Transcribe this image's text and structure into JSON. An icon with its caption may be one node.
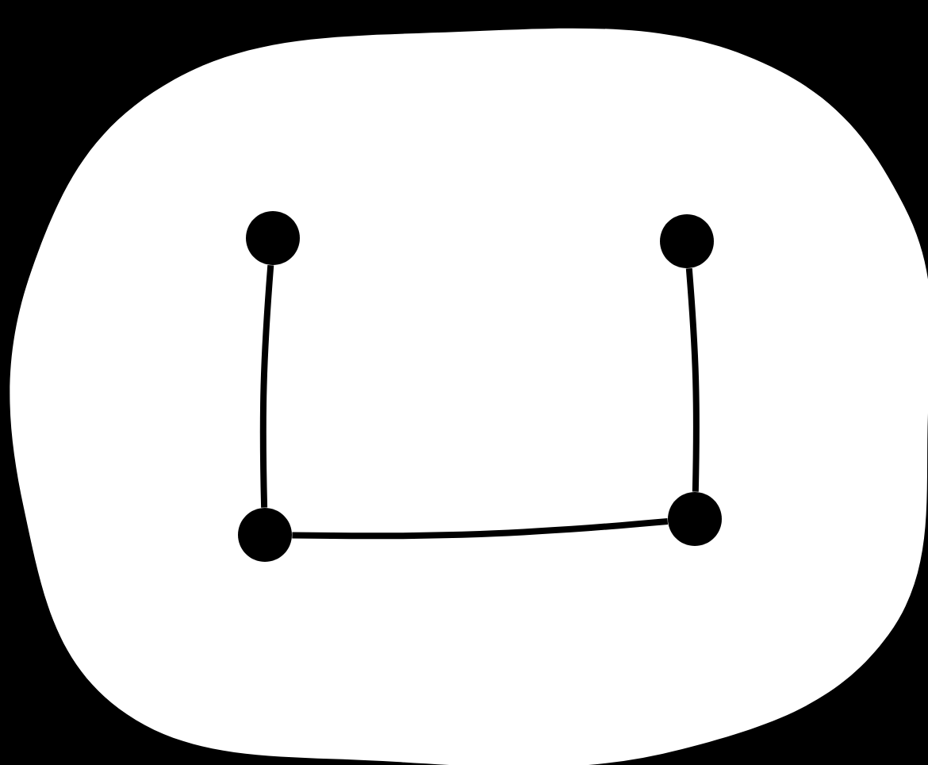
{
  "diagram": {
    "nodes": [
      {
        "text": [],
        "shape": "circle"
      },
      {
        "text": [],
        "shape": "circle"
      },
      {
        "text": [],
        "shape": "circle"
      },
      {
        "text": [],
        "shape": "circle"
      }
    ],
    "edges": [
      {
        "from": 0,
        "to": 2,
        "arrow": "none"
      },
      {
        "from": 2,
        "to": 3,
        "arrow": "none"
      },
      {
        "from": 3,
        "to": 1,
        "arrow": "none"
      }
    ]
  }
}
